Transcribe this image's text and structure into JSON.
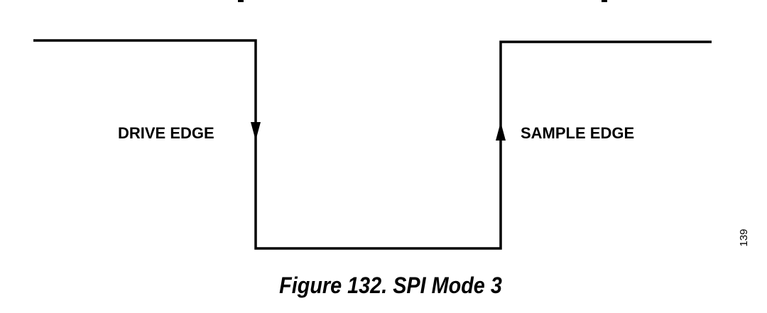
{
  "diagram": {
    "drive_label": "DRIVE EDGE",
    "sample_label": "SAMPLE EDGE",
    "side_number": "139",
    "line_color": "#000000"
  },
  "caption": {
    "text": "Figure 132. SPI Mode 3"
  }
}
